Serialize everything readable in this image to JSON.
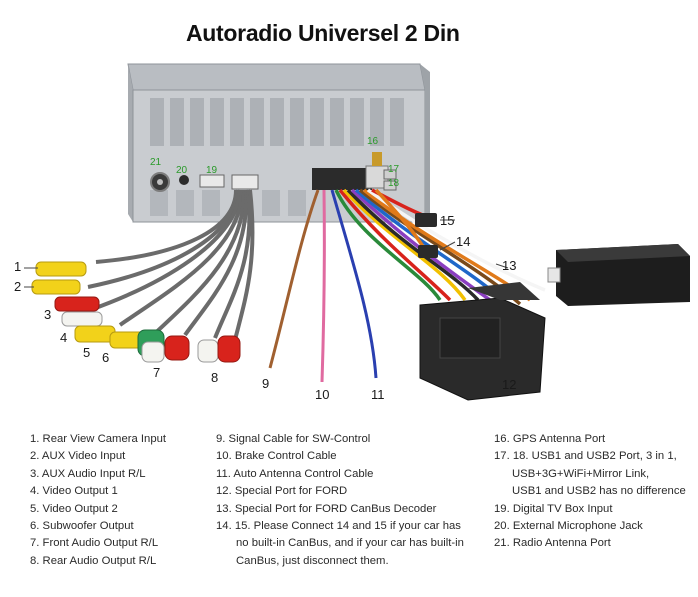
{
  "title": "Autoradio Universel 2 Din",
  "callouts": {
    "c1": "1",
    "c2": "2",
    "c3": "3",
    "c4": "4",
    "c5": "5",
    "c6": "6",
    "c7": "7",
    "c8": "8",
    "c9": "9",
    "c10": "10",
    "c11": "11",
    "c12": "12",
    "c13": "13",
    "c14": "14",
    "c15": "15",
    "c16": "16",
    "c17": "17",
    "c18": "18",
    "c19": "19",
    "c20": "20",
    "c21": "21"
  },
  "legend": {
    "col1": [
      "1. Rear View Camera Input",
      "2. AUX Video Input",
      "3. AUX Audio Input R/L",
      "4. Video Output 1",
      "5. Video Output 2",
      "6. Subwoofer Output",
      "7. Front Audio Output R/L",
      "8. Rear Audio Output R/L"
    ],
    "col2": [
      "9. Signal Cable for SW-Control",
      "10. Brake Control Cable",
      "11. Auto Antenna Control Cable",
      "12. Special Port for FORD",
      "13. Special Port for FORD CanBus Decoder",
      "14. 15. Please Connect 14 and 15 if your car has",
      "no built-in CanBus, and if your car has built-in",
      "CanBus, just disconnect them."
    ],
    "col3": [
      "16. GPS Antenna Port",
      "17.  18.  USB1 and USB2 Port, 3 in 1,",
      "USB+3G+WiFi+Mirror Link,",
      "USB1 and USB2 has no difference",
      "19. Digital TV Box Input",
      "20. External Microphone Jack",
      "21. Radio Antenna Port"
    ]
  },
  "colors": {
    "chassis": "#c9ccd0",
    "chassis_dark": "#8e9399",
    "rca_yellow": "#f2d21a",
    "rca_red": "#d8231c",
    "rca_white": "#f4f4f0",
    "rca_green": "#2f9e5a",
    "harness_black": "#2a2a2a"
  }
}
